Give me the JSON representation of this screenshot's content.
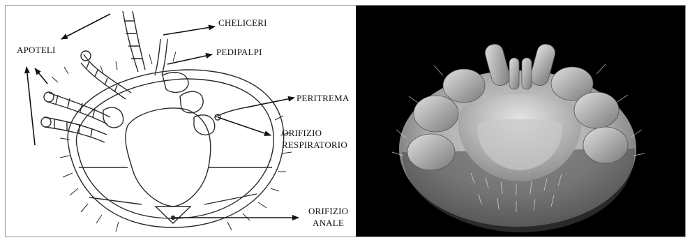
{
  "labels": {
    "apoteli": "APOTELI",
    "cheliceri": "CHELICERI",
    "pedipalpi": "PEDIPALPI",
    "peritrema": "PERITREMA",
    "orifizio_respiratorio_line1": "ORIFIZIO",
    "orifizio_respiratorio_line2": "RESPIRATORIO",
    "orifizio_anale_line1": "ORIFIZIO",
    "orifizio_anale_line2": "ANALE"
  },
  "colors": {
    "line_art": "#2a2a2a",
    "sem_background": "#000000",
    "sem_body": "#b5b5b5"
  }
}
